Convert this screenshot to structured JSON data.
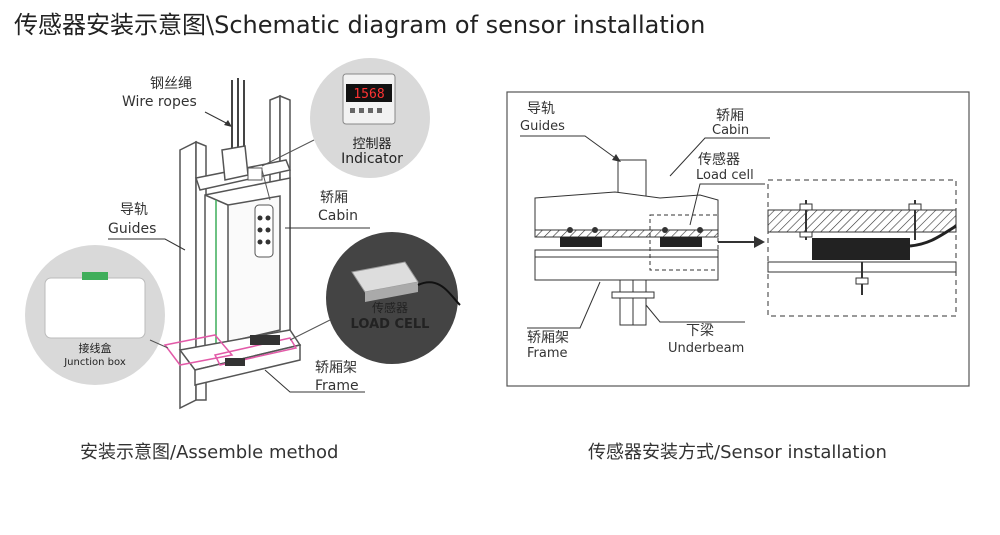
{
  "title": "传感器安装示意图\\Schematic diagram of sensor installation",
  "left": {
    "wire_cn": "钢丝绳",
    "wire_en": "Wire ropes",
    "indicator_cn": "控制器",
    "indicator_en": "Indicator",
    "indicator_display": "1568",
    "guides_cn": "导轨",
    "guides_en": "Guides",
    "cabin_cn": "轿厢",
    "cabin_en": "Cabin",
    "loadcell_cn": "传感器",
    "loadcell_en": "LOAD CELL",
    "jbox_cn": "接线盒",
    "jbox_en": "Junction box",
    "frame_cn": "轿厢架",
    "frame_en": "Frame",
    "caption": "安装示意图/Assemble method"
  },
  "right": {
    "guides_cn": "导轨",
    "guides_en": "Guides",
    "cabin_cn": "轿厢",
    "cabin_en": "Cabin",
    "sensor_cn": "传感器",
    "sensor_en": "Load cell",
    "frame_cn": "轿厢架",
    "frame_en": "Frame",
    "underbeam_cn": "下梁",
    "underbeam_en": "Underbeam",
    "caption": "传感器安装方式/Sensor installation"
  },
  "colors": {
    "accent_pink": "#e25aa8",
    "green_wire": "#3fae5a",
    "gray_bubble": "#d9d9d9",
    "dark_bubble": "#444444"
  }
}
